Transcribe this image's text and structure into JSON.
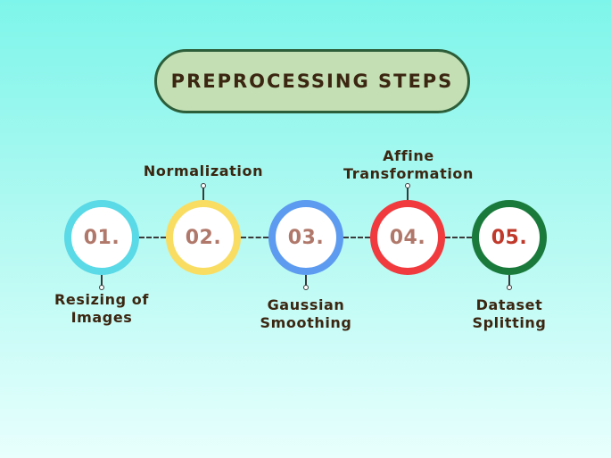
{
  "title": "PREPROCESSING STEPS",
  "steps": [
    {
      "number": "01.",
      "line1": "Resizing of",
      "line2": "Images",
      "color": "#5ad9e6",
      "number_color": "#b0786a"
    },
    {
      "number": "02.",
      "line1": "Normalization",
      "line2": "",
      "color": "#f9dd62",
      "number_color": "#b0786a"
    },
    {
      "number": "03.",
      "line1": "Gaussian",
      "line2": "Smoothing",
      "color": "#5c9bf0",
      "number_color": "#b0786a"
    },
    {
      "number": "04.",
      "line1": "Affine",
      "line2": "Transformation",
      "color": "#f03a3e",
      "number_color": "#b0786a"
    },
    {
      "number": "05.",
      "line1": "Dataset",
      "line2": "Splitting",
      "color": "#1a7a3c",
      "number_color": "#c0392b"
    }
  ]
}
